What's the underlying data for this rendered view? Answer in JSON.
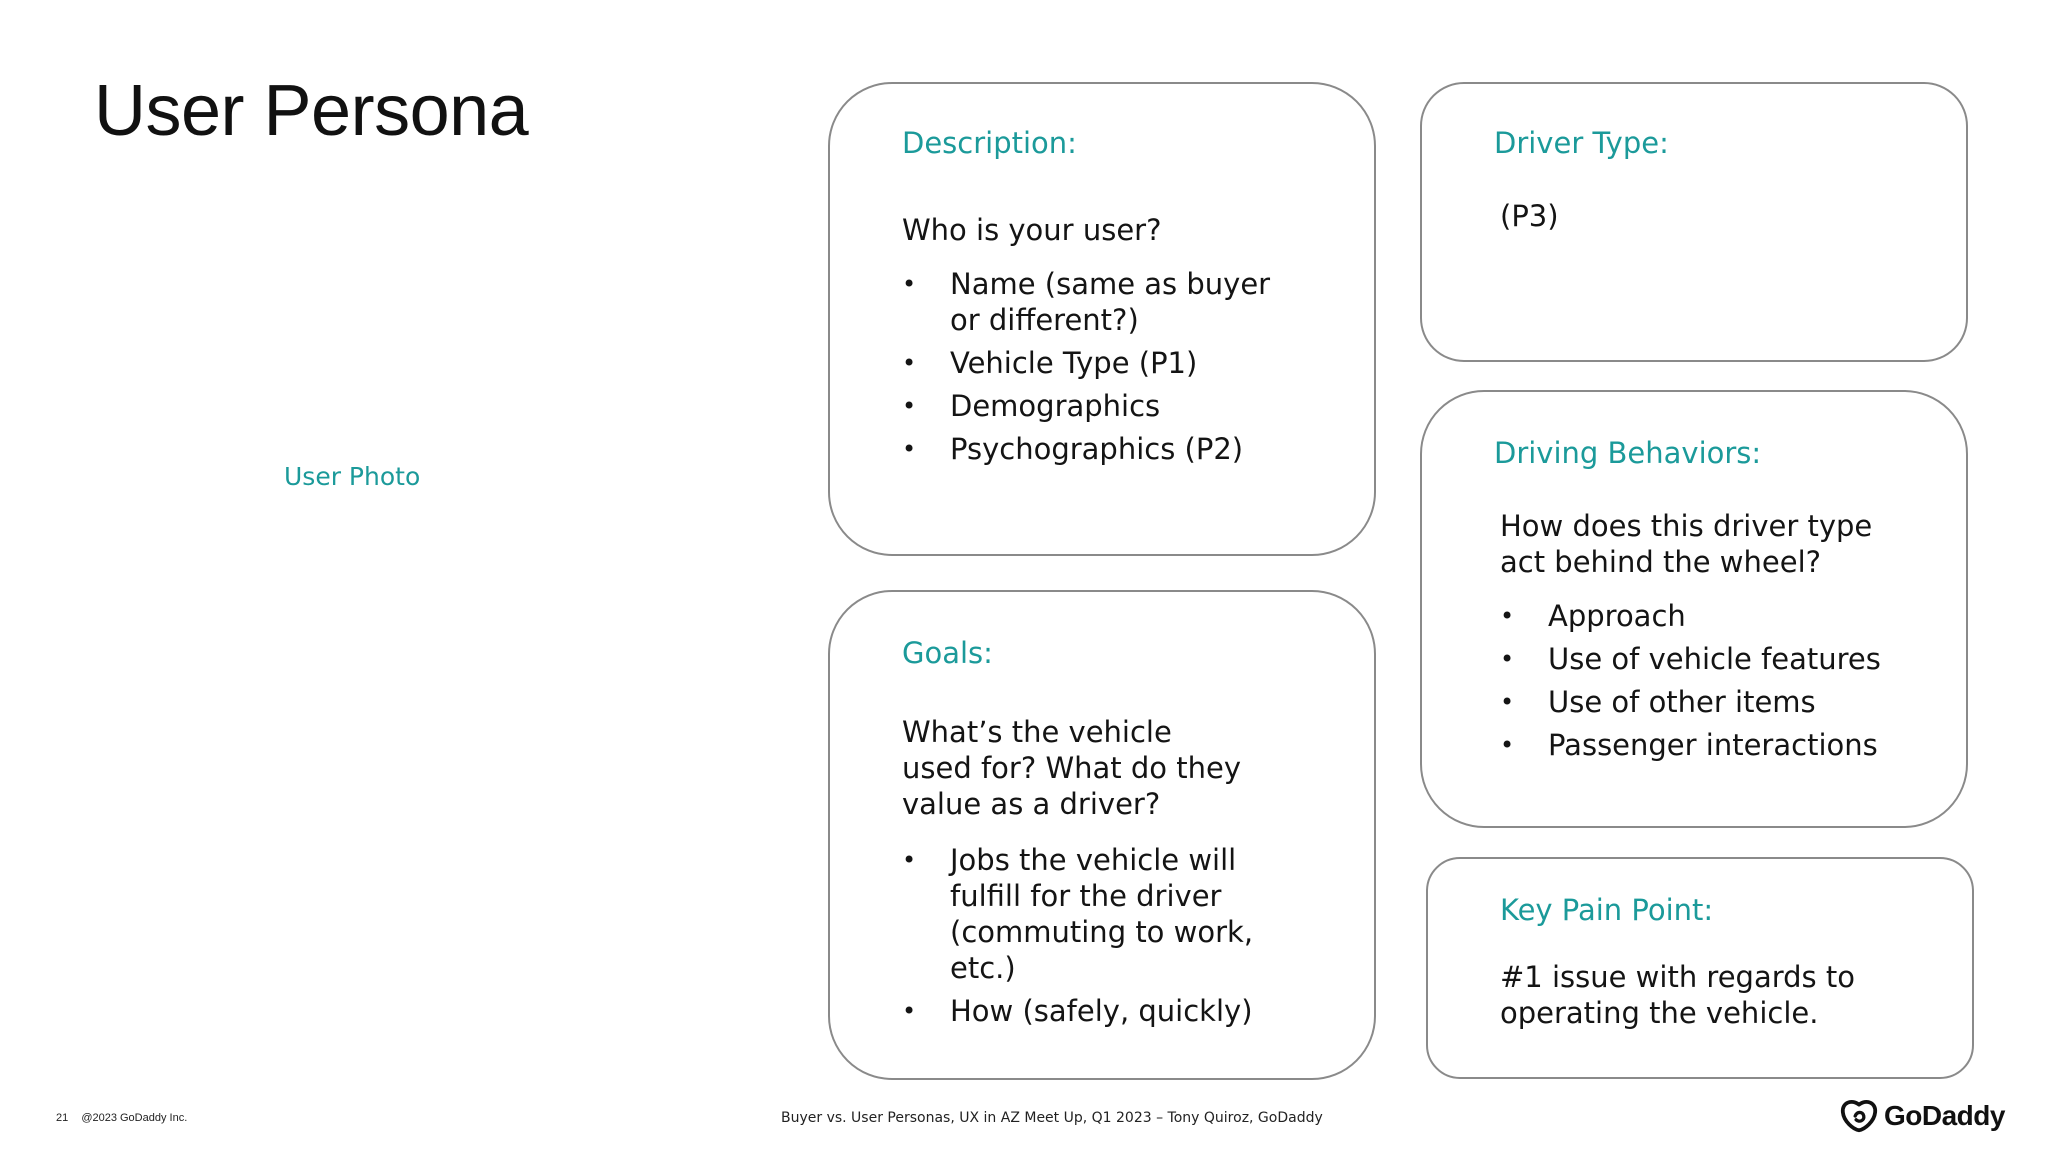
{
  "slide": {
    "title": "User Persona",
    "photo_placeholder": "User Photo"
  },
  "description_card": {
    "heading": "Description:",
    "question": "Who is your user?",
    "bullets": [
      "Name (same as buyer or different?)",
      "Vehicle Type (P1)",
      "Demographics",
      "Psychographics (P2)"
    ]
  },
  "goals_card": {
    "heading": "Goals:",
    "question": "What’s the vehicle used for? What do they value as a driver?",
    "bullets": [
      "Jobs the vehicle will fulfill for the driver (commuting to work, etc.)",
      "How (safely, quickly)"
    ]
  },
  "driver_type_card": {
    "heading": "Driver Type:",
    "text": "(P3)"
  },
  "driving_behaviors_card": {
    "heading": "Driving Behaviors:",
    "question": "How does this driver type act behind the wheel?",
    "bullets": [
      "Approach",
      "Use of vehicle features",
      "Use of other items",
      "Passenger interactions"
    ]
  },
  "pain_point_card": {
    "heading": "Key Pain Point:",
    "text": "#1 issue with regards to operating the vehicle."
  },
  "footer": {
    "page_number": "21",
    "copyright": "@2023 GoDaddy Inc.",
    "presentation": "Buyer vs. User Personas, UX in AZ Meet Up, Q1 2023 – Tony Quiroz, GoDaddy",
    "logo_text": "GoDaddy"
  },
  "colors": {
    "accent": "#1b9a9a",
    "card_border": "#8a8a8a",
    "text": "#141414"
  }
}
